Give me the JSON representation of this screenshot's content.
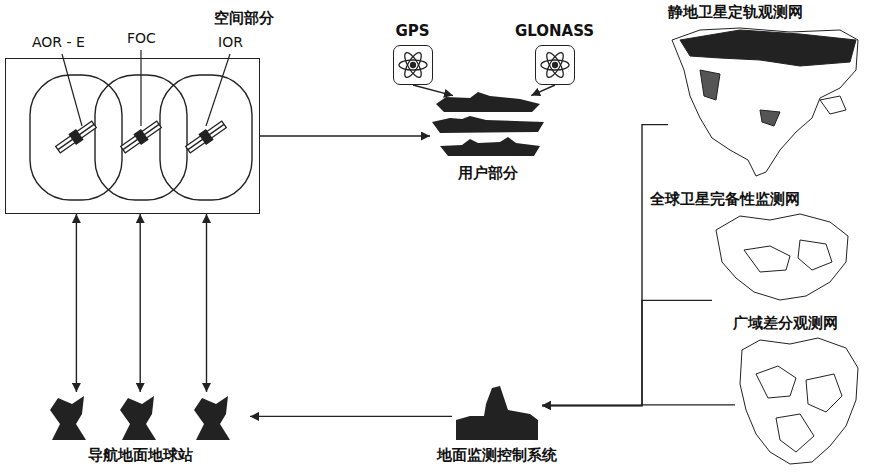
{
  "diagram": {
    "nodes": [
      {
        "text": [
          "空间部分"
        ]
      },
      {
        "text": [
          "GPS"
        ]
      },
      {
        "text": [
          "GLONASS"
        ]
      },
      {
        "text": [
          "用户部分"
        ]
      },
      {
        "text": [
          "导航地面地球站"
        ]
      },
      {
        "text": [
          "地面监测控制系统"
        ]
      },
      {
        "text": [
          "静地卫星定轨观测网"
        ]
      },
      {
        "text": [
          "全球卫星完备性监测网"
        ]
      },
      {
        "text": [
          "广域差分观测网"
        ]
      }
    ],
    "edges": [
      {
        "from": 0,
        "to": 3,
        "arrow": "to"
      },
      {
        "from": 1,
        "to": 3,
        "arrow": "to"
      },
      {
        "from": 2,
        "to": 3,
        "arrow": "to"
      },
      {
        "from": 0,
        "to": 4,
        "arrow": "both"
      },
      {
        "from": 0,
        "to": 4,
        "arrow": "both"
      },
      {
        "from": 0,
        "to": 4,
        "arrow": "both"
      },
      {
        "from": 5,
        "to": 4,
        "arrow": "to"
      },
      {
        "from": 6,
        "to": 5,
        "arrow": "to"
      },
      {
        "from": 7,
        "to": 5,
        "arrow": "to"
      },
      {
        "from": 8,
        "to": 5,
        "arrow": "to"
      }
    ],
    "labels": [
      "AOR - E",
      "FOC",
      "IOR"
    ]
  }
}
